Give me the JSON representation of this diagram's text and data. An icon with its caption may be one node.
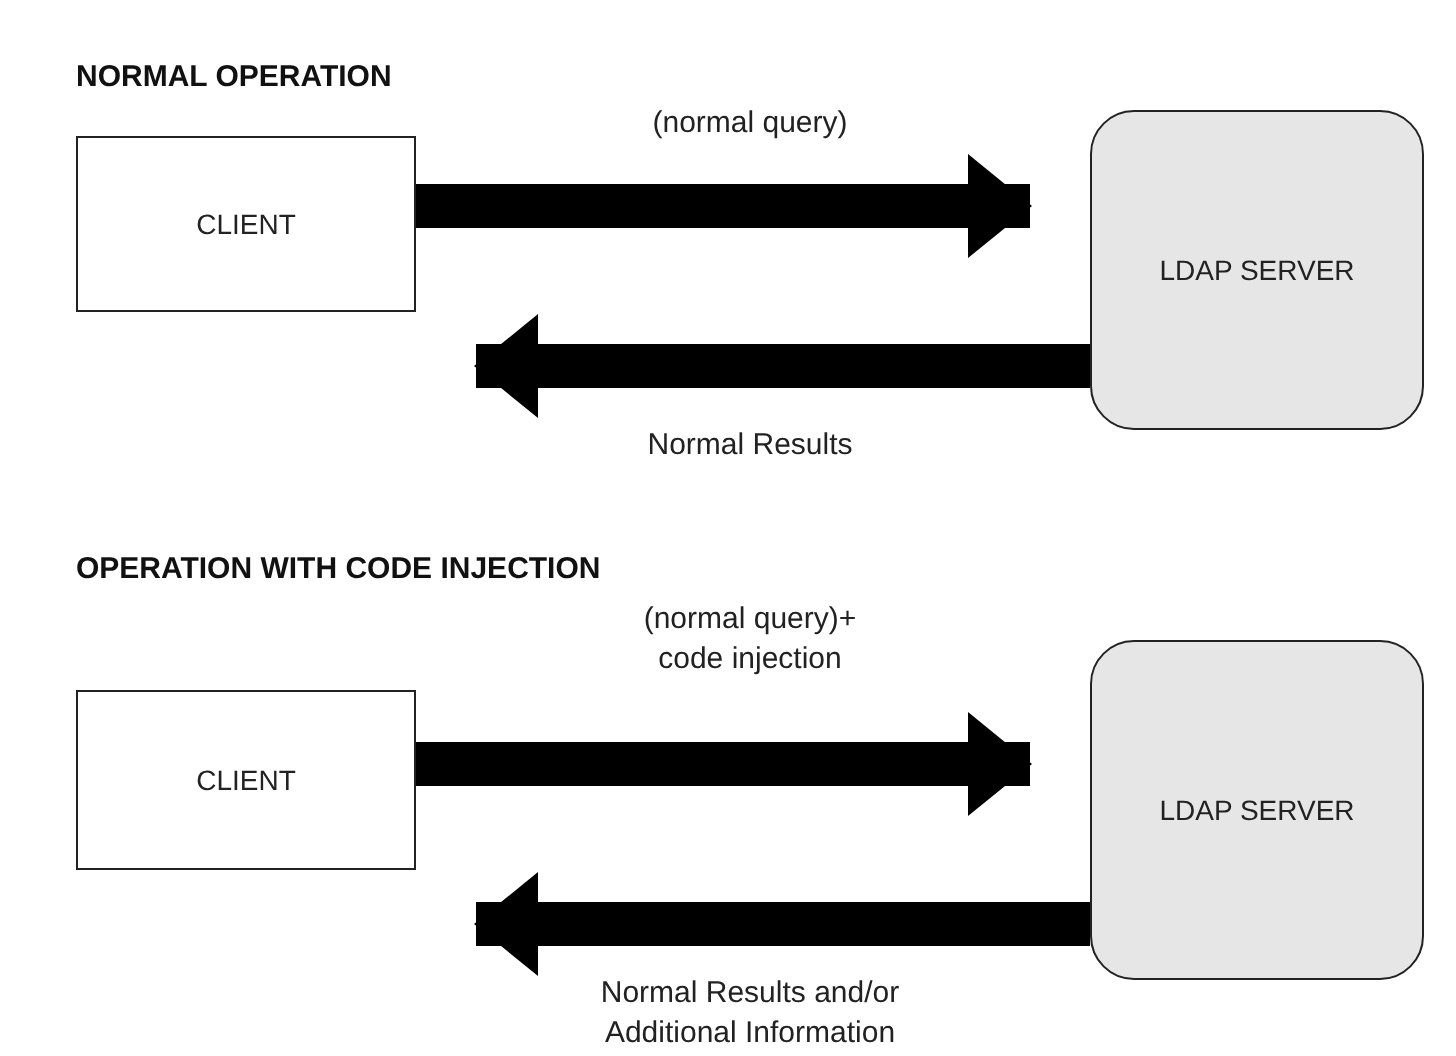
{
  "diagram": {
    "nodes": [
      {
        "text": [
          "CLIENT"
        ]
      },
      {
        "text": [
          "LDAP SERVER"
        ]
      },
      {
        "text": [
          "CLIENT"
        ]
      },
      {
        "text": [
          "LDAP SERVER"
        ]
      }
    ],
    "edges": [
      {
        "from": 0,
        "to": 1,
        "arrow": "to",
        "label": "(normal query)"
      },
      {
        "from": 1,
        "to": 0,
        "arrow": "to",
        "label": "Normal Results"
      },
      {
        "from": 2,
        "to": 3,
        "arrow": "to",
        "label": "(normal query)+ code injection"
      },
      {
        "from": 3,
        "to": 2,
        "arrow": "to",
        "label": "Normal Results and/or Additional Information"
      }
    ],
    "labels": [
      "NORMAL OPERATION",
      "OPERATION WITH CODE INJECTION"
    ]
  }
}
